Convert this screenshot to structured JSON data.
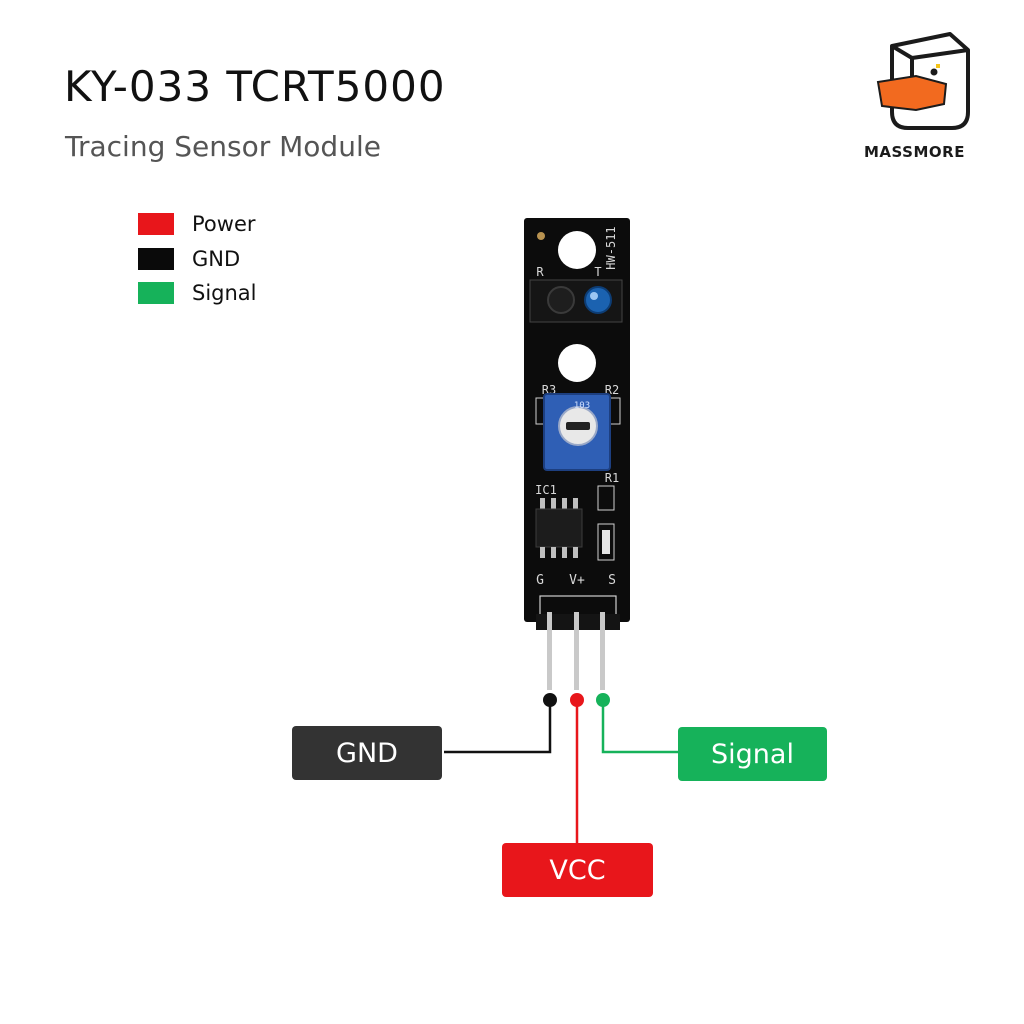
{
  "header": {
    "title": "KY-033 TCRT5000",
    "subtitle": "Tracing Sensor Module"
  },
  "brand": {
    "name": "MASSMORE",
    "accent": "#f26a1f"
  },
  "legend": [
    {
      "label": "Power",
      "color": "#e8161b"
    },
    {
      "label": "GND",
      "color": "#0a0a0a"
    },
    {
      "label": "Signal",
      "color": "#16b25a"
    }
  ],
  "board": {
    "model_label": "HW-511",
    "receiver_label": "R",
    "transmitter_label": "T",
    "r3_label": "R3",
    "r2_label": "R2",
    "r1_label": "R1",
    "ic_label": "IC1",
    "pot_value": "103",
    "pin_g": "G",
    "pin_vplus": "V+",
    "pin_s": "S"
  },
  "pins": [
    {
      "label": "GND",
      "wire_color": "#111111",
      "tag_color": "#333333"
    },
    {
      "label": "VCC",
      "wire_color": "#e8161b",
      "tag_color": "#e8161b"
    },
    {
      "label": "Signal",
      "wire_color": "#16b25a",
      "tag_color": "#16b25a"
    }
  ]
}
